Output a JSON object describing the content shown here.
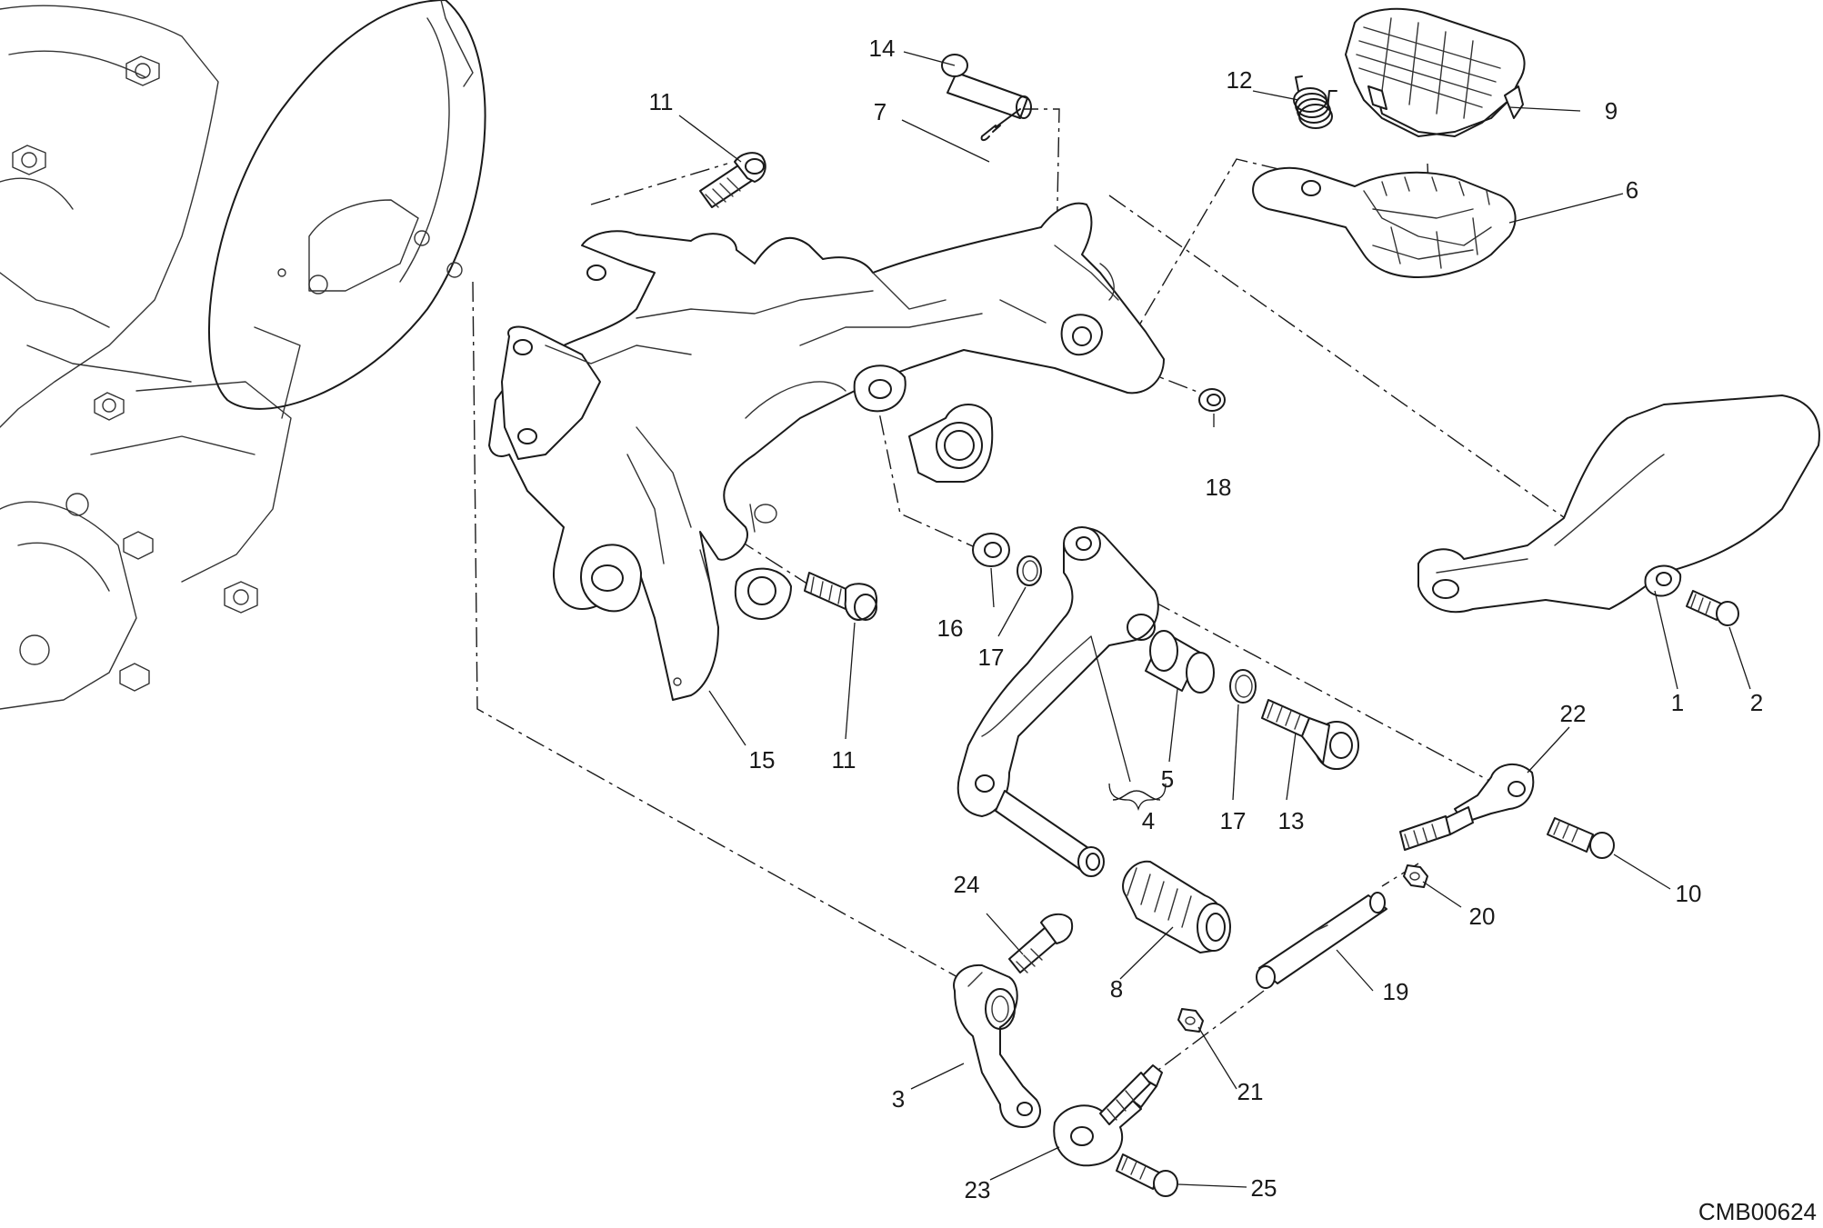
{
  "diagram": {
    "code": "CMB00624",
    "callouts": [
      {
        "id": "c1",
        "label": "1"
      },
      {
        "id": "c2",
        "label": "2"
      },
      {
        "id": "c3",
        "label": "3"
      },
      {
        "id": "c4",
        "label": "4"
      },
      {
        "id": "c5",
        "label": "5"
      },
      {
        "id": "c6",
        "label": "6"
      },
      {
        "id": "c7",
        "label": "7"
      },
      {
        "id": "c8",
        "label": "8"
      },
      {
        "id": "c9",
        "label": "9"
      },
      {
        "id": "c10",
        "label": "10"
      },
      {
        "id": "c11a",
        "label": "11"
      },
      {
        "id": "c11b",
        "label": "11"
      },
      {
        "id": "c12",
        "label": "12"
      },
      {
        "id": "c13",
        "label": "13"
      },
      {
        "id": "c14",
        "label": "14"
      },
      {
        "id": "c15",
        "label": "15"
      },
      {
        "id": "c16",
        "label": "16"
      },
      {
        "id": "c17a",
        "label": "17"
      },
      {
        "id": "c17b",
        "label": "17"
      },
      {
        "id": "c18",
        "label": "18"
      },
      {
        "id": "c19",
        "label": "19"
      },
      {
        "id": "c20",
        "label": "20"
      },
      {
        "id": "c21",
        "label": "21"
      },
      {
        "id": "c22",
        "label": "22"
      },
      {
        "id": "c23",
        "label": "23"
      },
      {
        "id": "c24",
        "label": "24"
      },
      {
        "id": "c25",
        "label": "25"
      }
    ]
  }
}
